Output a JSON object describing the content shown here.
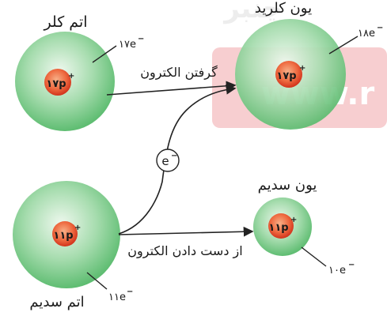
{
  "watermark": {
    "text_top": "چنبر",
    "text_band": "www.r"
  },
  "atoms": {
    "chlorine_atom": {
      "label": "اتم کلر",
      "nucleus": "۱۷p",
      "nucleus_sign": "+",
      "electrons": "۱۷e",
      "electrons_sign": "−"
    },
    "chloride_ion": {
      "label": "یون کلرید",
      "nucleus": "۱۷p",
      "nucleus_sign": "+",
      "electrons": "۱۸e",
      "electrons_sign": "−"
    },
    "sodium_atom": {
      "label": "اتم سدیم",
      "nucleus": "۱۱p",
      "nucleus_sign": "+",
      "electrons": "۱۱e",
      "electrons_sign": "−"
    },
    "sodium_ion": {
      "label": "یون سدیم",
      "nucleus": "۱۱p",
      "nucleus_sign": "+",
      "electrons": "۱۰e",
      "electrons_sign": "−"
    }
  },
  "processes": {
    "gain": "گرفتن الکترون",
    "loss": "از دست دادن الکترون",
    "electron_symbol": "e",
    "electron_sign": "−"
  },
  "colors": {
    "sphere_edge": "#5fbd72",
    "sphere_center": "#eef8ee",
    "nucleus_edge": "#d2331c",
    "nucleus_center": "#f29a6e",
    "watermark_band": "#f7c9cc"
  }
}
